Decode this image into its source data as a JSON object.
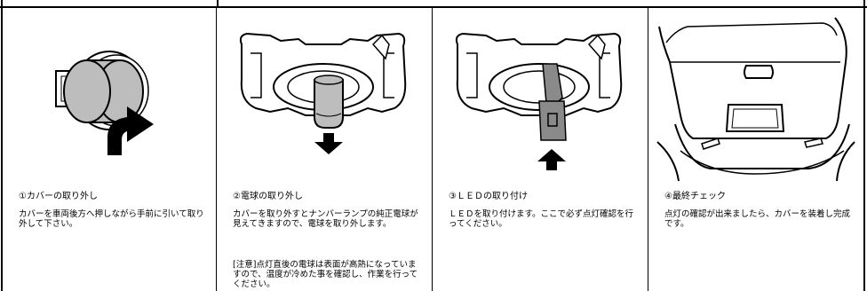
{
  "steps": [
    {
      "title": "①カバーの取り外し",
      "description": "カバーを車両後方へ押しながら手前に引いて取り外して下さい。",
      "note": "",
      "illustration": "cover-removal",
      "arrow": "curved-up"
    },
    {
      "title": "②電球の取り外し",
      "description": "カバーを取り外すとナンバーランプの純正電球が見えてきますので、電球を取り外します。",
      "note": "[注意]点灯直後の電球は表面が高熱になっていますので、温度が冷めた事を確認し、作業を行ってください。",
      "illustration": "bulb-removal",
      "arrow": "down"
    },
    {
      "title": "③ＬＥＤの取り付け",
      "description": "ＬＥＤを取り付けます。ここで必ず点灯確認を行ってください。",
      "note": "",
      "illustration": "led-install",
      "arrow": "up"
    },
    {
      "title": "④最終チェック",
      "description": "点灯の確認が出来ましたら、カバーを装着し完成です。",
      "note": "",
      "illustration": "car-rear",
      "arrow": ""
    }
  ],
  "colors": {
    "line": "#000000",
    "bulb_gray": "#bdbdbd",
    "led_gray": "#8a8a8a",
    "background": "#ffffff"
  }
}
